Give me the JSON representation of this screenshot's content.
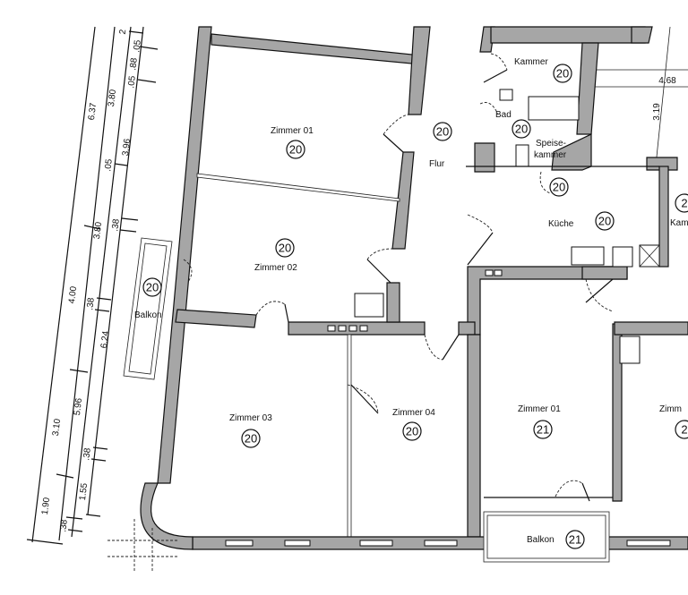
{
  "rooms": [
    {
      "name": "Kammer",
      "unit": "20"
    },
    {
      "name": "Bad",
      "unit": "20"
    },
    {
      "name": "Speise-",
      "name2": "kammer",
      "unit": "20"
    },
    {
      "name": "Zimmer 01",
      "unit": "20"
    },
    {
      "name": "Flur",
      "unit": "20"
    },
    {
      "name": "Küche",
      "unit": "20"
    },
    {
      "name": "Kam",
      "unit": "2"
    },
    {
      "name": "Zimmer 02",
      "unit": "20"
    },
    {
      "name": "Balkon",
      "unit": "20"
    },
    {
      "name": "Zimmer 03",
      "unit": "20"
    },
    {
      "name": "Zimmer 04",
      "unit": "20"
    },
    {
      "name": "Zimmer 01",
      "unit": "21"
    },
    {
      "name": "Zimm",
      "unit": "2"
    },
    {
      "name": "Balkon",
      "unit": "21"
    }
  ],
  "dimensions": {
    "outer": [
      "6.37",
      "4.00",
      "3.10",
      "1.90"
    ],
    "second": [
      "3.80",
      ".05",
      "3.80",
      "5.96",
      ".38"
    ],
    "third": [
      "3.96",
      ".38",
      ".38",
      "6.24",
      ".38",
      "1.55"
    ],
    "top": [
      "2",
      ".05",
      ".88",
      ".05"
    ],
    "right": [
      "4.68",
      "3.19"
    ]
  }
}
